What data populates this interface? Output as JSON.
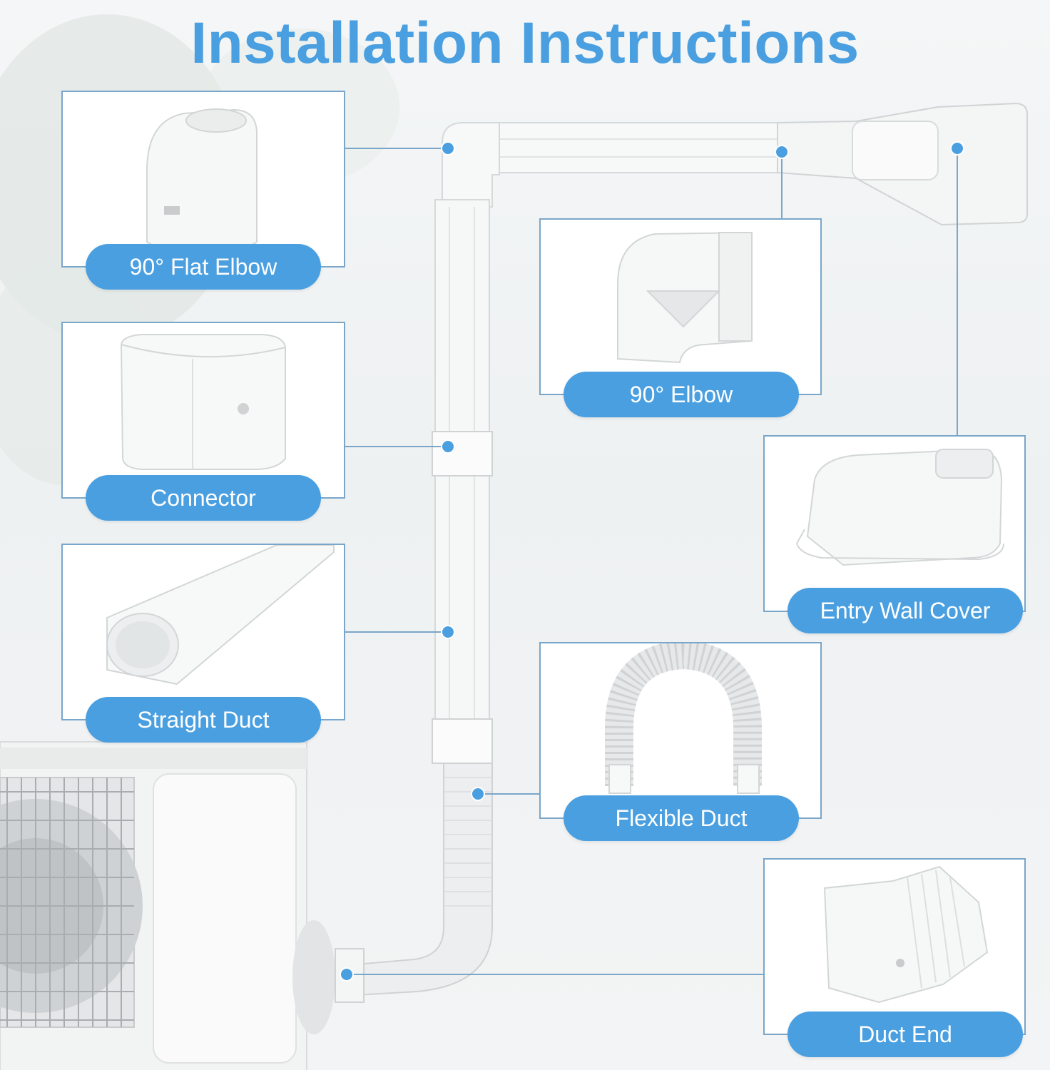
{
  "title": "Installation Instructions",
  "accent_color": "#4a9fe0",
  "connector_color": "#7aa6c9",
  "parts": [
    {
      "id": "flat-elbow",
      "label": "90° Flat Elbow"
    },
    {
      "id": "connector",
      "label": "Connector"
    },
    {
      "id": "straight-duct",
      "label": "Straight Duct"
    },
    {
      "id": "elbow",
      "label": "90° Elbow"
    },
    {
      "id": "entry-wall-cover",
      "label": "Entry Wall Cover"
    },
    {
      "id": "flexible-duct",
      "label": "Flexible Duct"
    },
    {
      "id": "duct-end",
      "label": "Duct End"
    }
  ]
}
